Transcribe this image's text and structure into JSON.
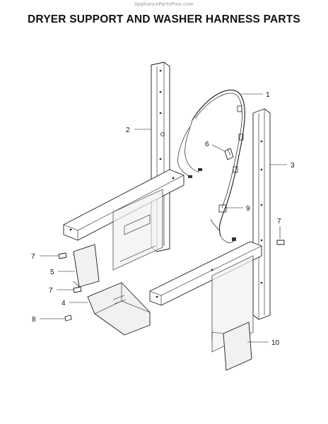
{
  "watermark": "AppliancePartsPros.com",
  "title": "DRYER SUPPORT AND WASHER HARNESS PARTS",
  "callouts": {
    "c1": "1",
    "c2": "2",
    "c3": "3",
    "c4": "4",
    "c5": "5",
    "c6": "6",
    "c7a": "7",
    "c7b": "7",
    "c7c": "7",
    "c8": "8",
    "c9": "9",
    "c10": "10"
  }
}
